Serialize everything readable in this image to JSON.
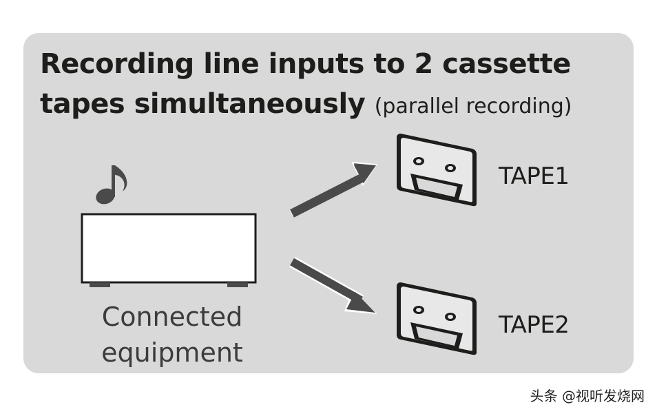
{
  "title": {
    "main": "Recording line inputs to 2 cassette tapes simultaneously",
    "line1": "Recording line inputs to 2 cassette",
    "line2": "tapes simultaneously",
    "sub": "(parallel recording)"
  },
  "source": {
    "label_line1": "Connected",
    "label_line2": "equipment",
    "icon": "music-note-icon"
  },
  "tapes": [
    {
      "label": "TAPE1",
      "icon": "cassette-tape-icon"
    },
    {
      "label": "TAPE2",
      "icon": "cassette-tape-icon"
    }
  ],
  "watermark": "头条 @视听发烧网",
  "colors": {
    "panel": "#d9d9d9",
    "arrow": "#4a4a4a",
    "outline": "#1d1d1b",
    "device_fill": "#ffffff"
  }
}
